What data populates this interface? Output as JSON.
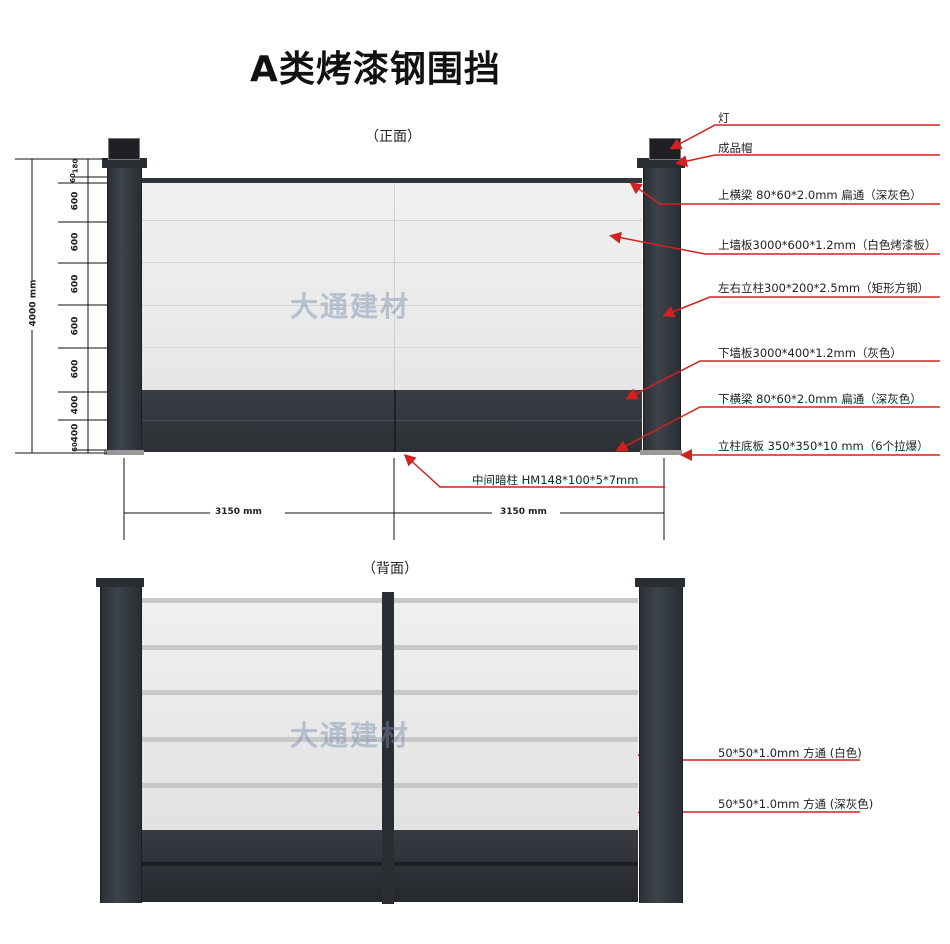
{
  "title": "A类烤漆钢围挡",
  "front": {
    "view_label": "（正面）",
    "height_label": "4000 mm",
    "segments": [
      "180",
      "60",
      "600",
      "600",
      "600",
      "600",
      "600",
      "400",
      "400",
      "60"
    ],
    "width_labels": [
      "3150 mm",
      "3150 mm"
    ],
    "callouts": [
      "灯",
      "成品帽",
      "上横梁 80*60*2.0mm 扁通（深灰色）",
      "上墙板3000*600*1.2mm（白色烤漆板）",
      "左右立柱300*200*2.5mm（矩形方钢）",
      "下墙板3000*400*1.2mm（灰色）",
      "下横梁 80*60*2.0mm 扁通（深灰色）",
      "立柱底板 350*350*10 mm（6个拉爆）",
      "中间暗柱 HM148*100*5*7mm"
    ]
  },
  "back": {
    "view_label": "（背面）",
    "callouts": [
      "50*50*1.0mm 方通 (白色)",
      "50*50*1.0mm 方通 (深灰色)"
    ]
  },
  "watermark": "大通建材",
  "colors": {
    "arrow": "#d42020",
    "post": "#343840",
    "panel": "#ececec"
  }
}
